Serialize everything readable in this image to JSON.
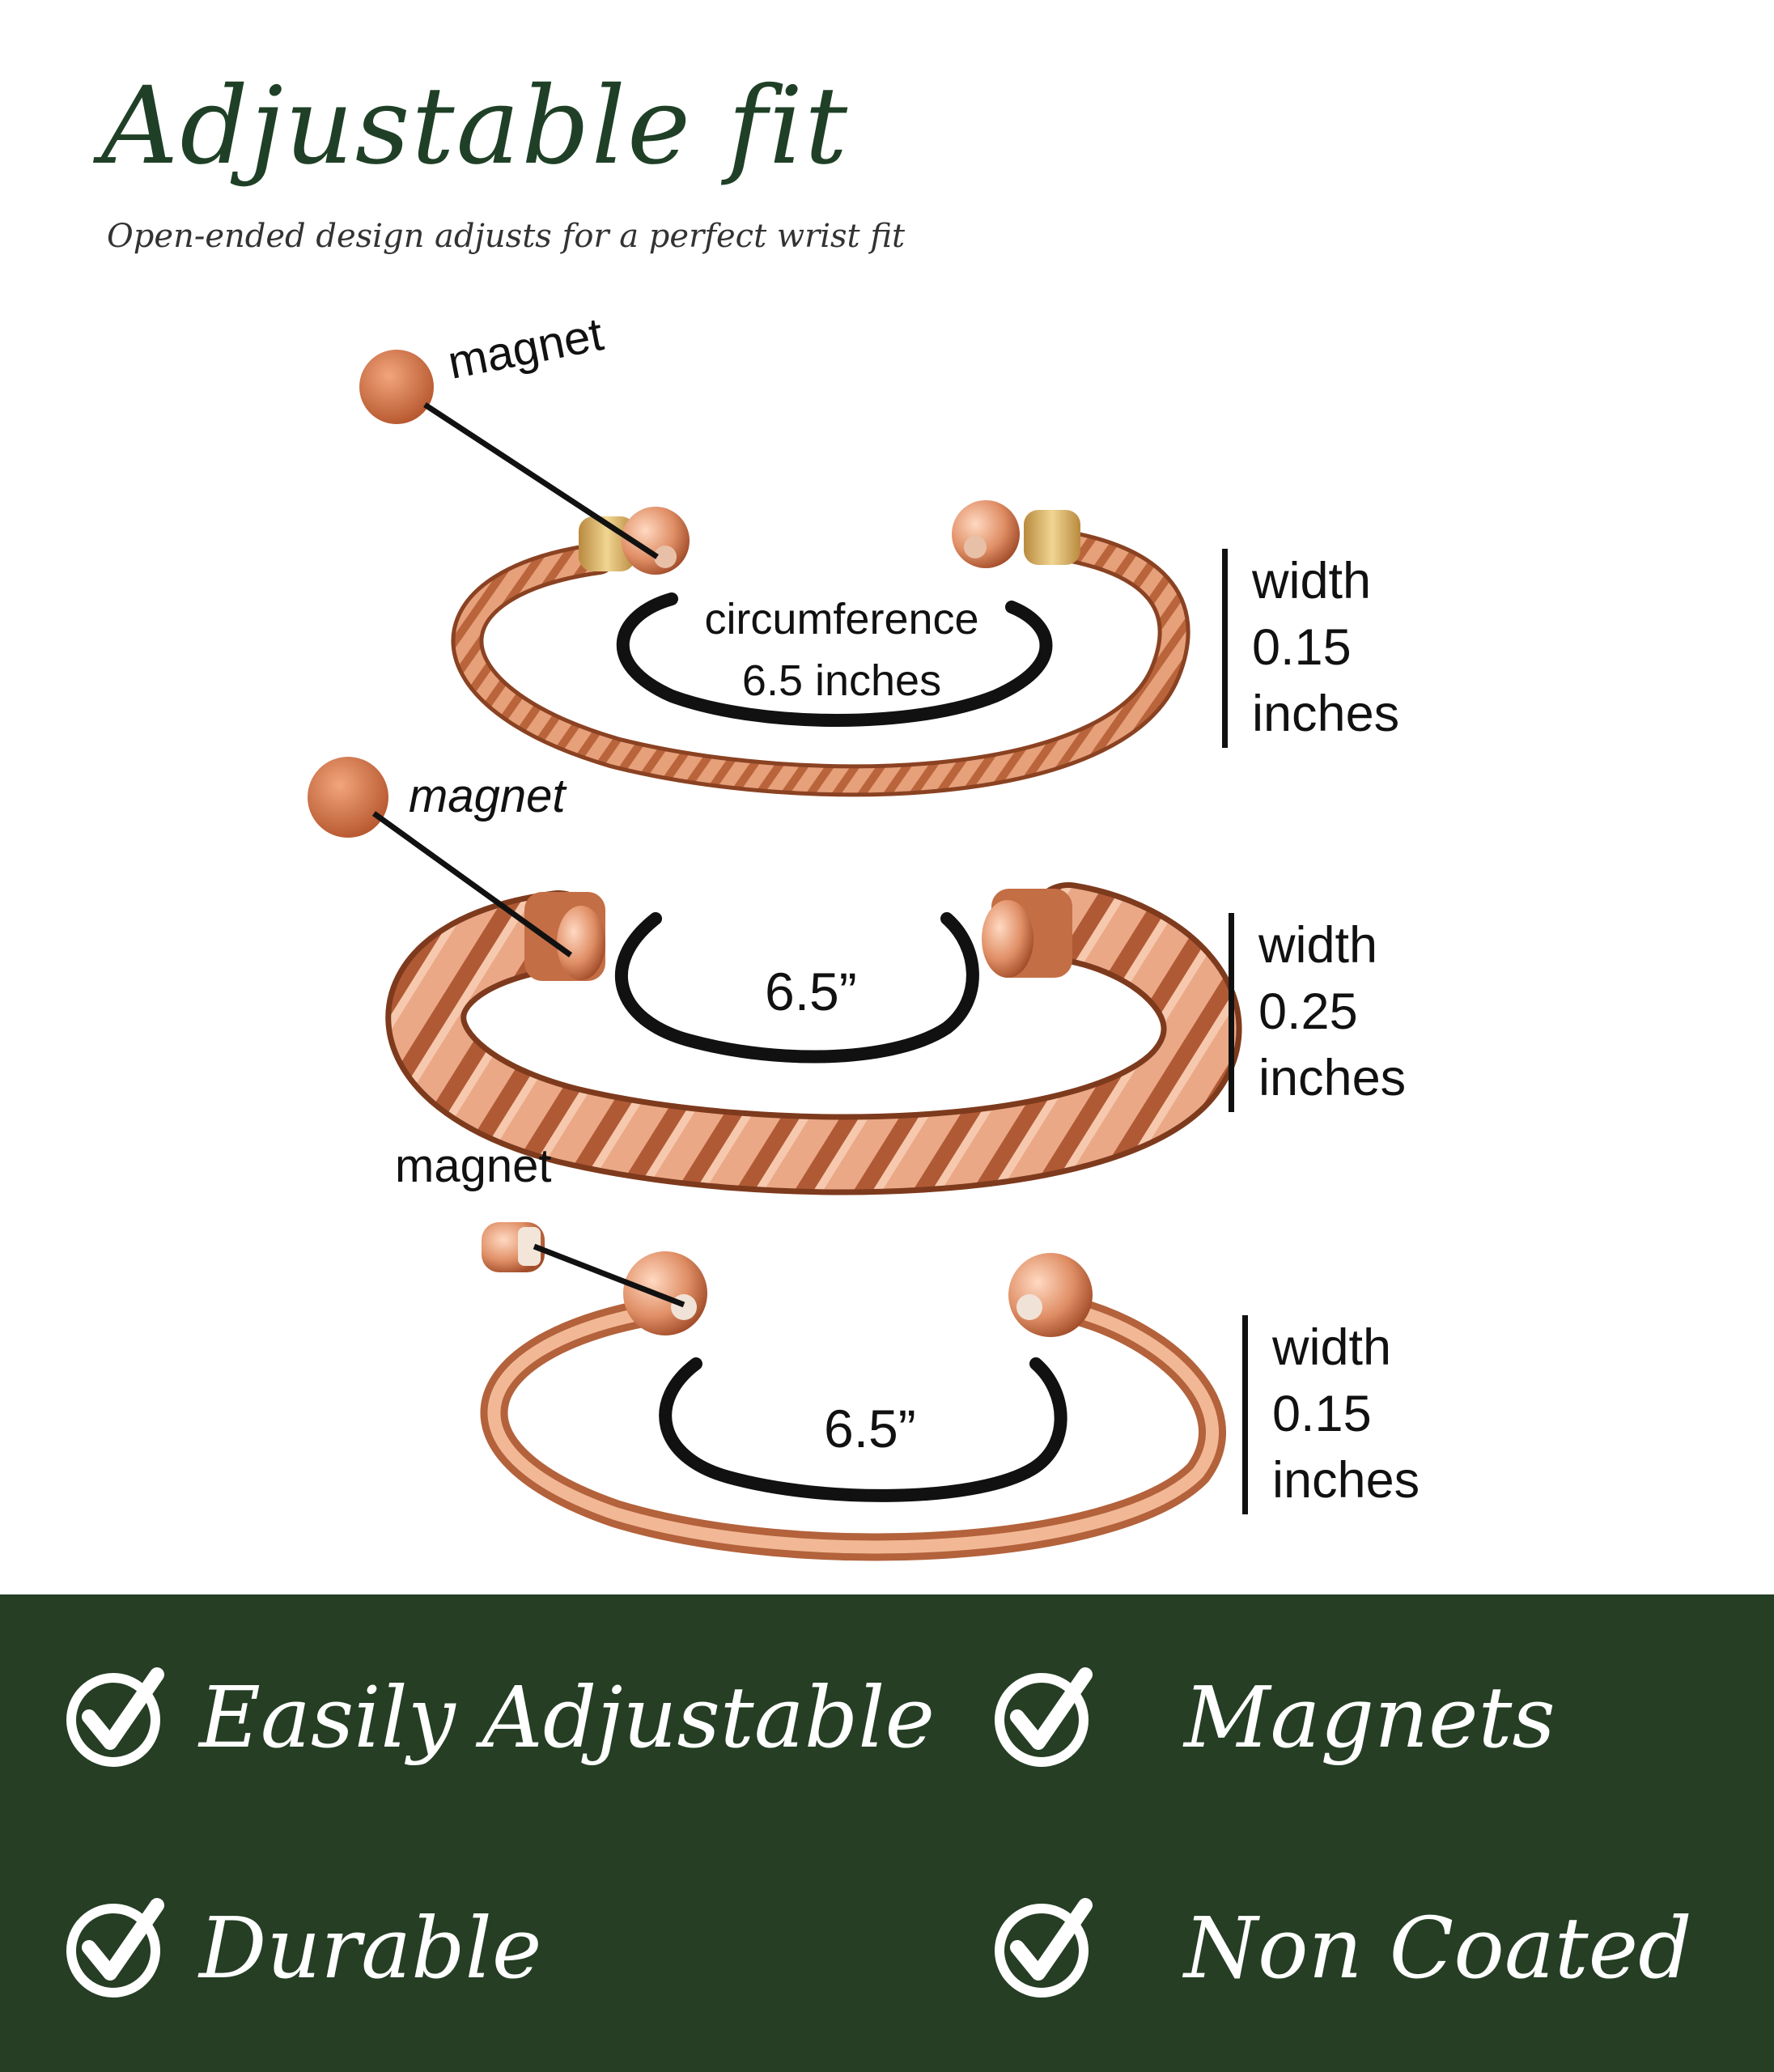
{
  "header": {
    "title": "Adjustable fit",
    "subtitle": "Open-ended design adjusts for a perfect wrist fit"
  },
  "bracelets": [
    {
      "magnet_label": "magnet",
      "size_label_line1": "circumference",
      "size_label_line2": "6.5 inches",
      "width_label": "width",
      "width_value": "0.15",
      "width_unit": "inches"
    },
    {
      "magnet_label": "magnet",
      "size_label": "6.5”",
      "width_label": "width",
      "width_value": "0.25",
      "width_unit": "inches"
    },
    {
      "magnet_label": "magnet",
      "size_label": "6.5”",
      "width_label": "width",
      "width_value": "0.15",
      "width_unit": "inches"
    }
  ],
  "features": [
    {
      "label": "Easily Adjustable",
      "icon": "check-circle-icon"
    },
    {
      "label": "Magnets",
      "icon": "check-circle-icon"
    },
    {
      "label": "Durable",
      "icon": "check-circle-icon"
    },
    {
      "label": "Non Coated",
      "icon": "check-circle-icon"
    }
  ],
  "colors": {
    "title_green": "#1f4026",
    "band_green": "#253e24",
    "copper": "#d9875e",
    "copper_dark": "#a8542f",
    "brass": "#d4a957"
  }
}
